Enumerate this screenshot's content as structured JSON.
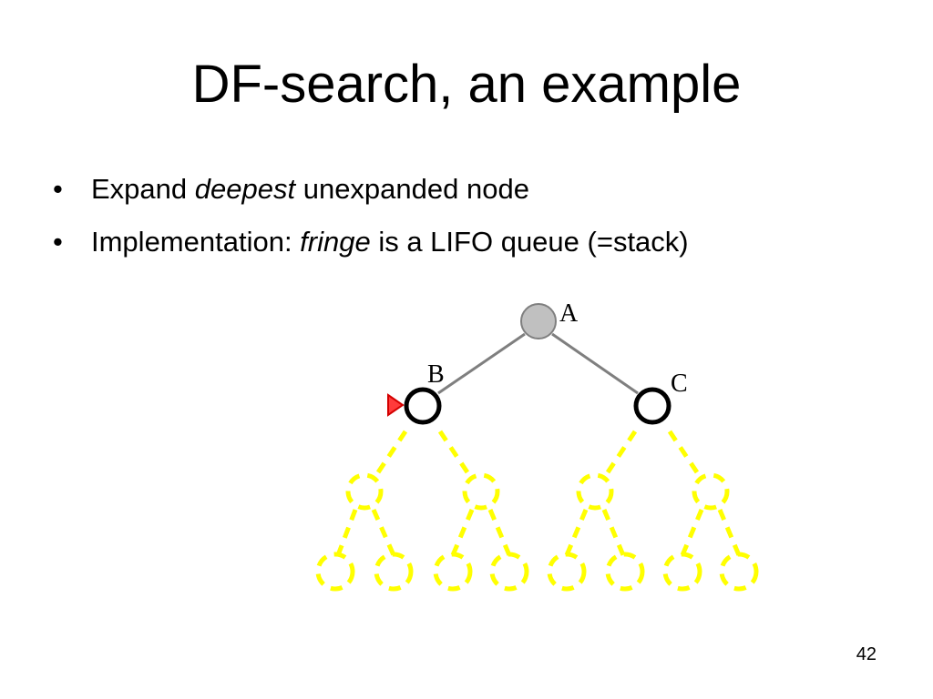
{
  "slide": {
    "title": "DF-search, an example",
    "page_number": "42"
  },
  "bullets": [
    {
      "marker": "•",
      "before": "Expand ",
      "emph": "deepest",
      "after": " unexpanded node"
    },
    {
      "marker": "•",
      "before": "Implementation: ",
      "emph": "fringe",
      "after": " is a LIFO queue (=stack)"
    }
  ],
  "tree": {
    "colors": {
      "edge": "#7f7f7f",
      "expanded_fill": "#c0c0c0",
      "node_stroke": "#000000",
      "unexplored": "#ffff00",
      "pointer": "#ff0000"
    },
    "labels": {
      "a": "A",
      "b": "B",
      "c": "C"
    },
    "icons": {
      "pointer": "triangle-right-icon"
    }
  }
}
